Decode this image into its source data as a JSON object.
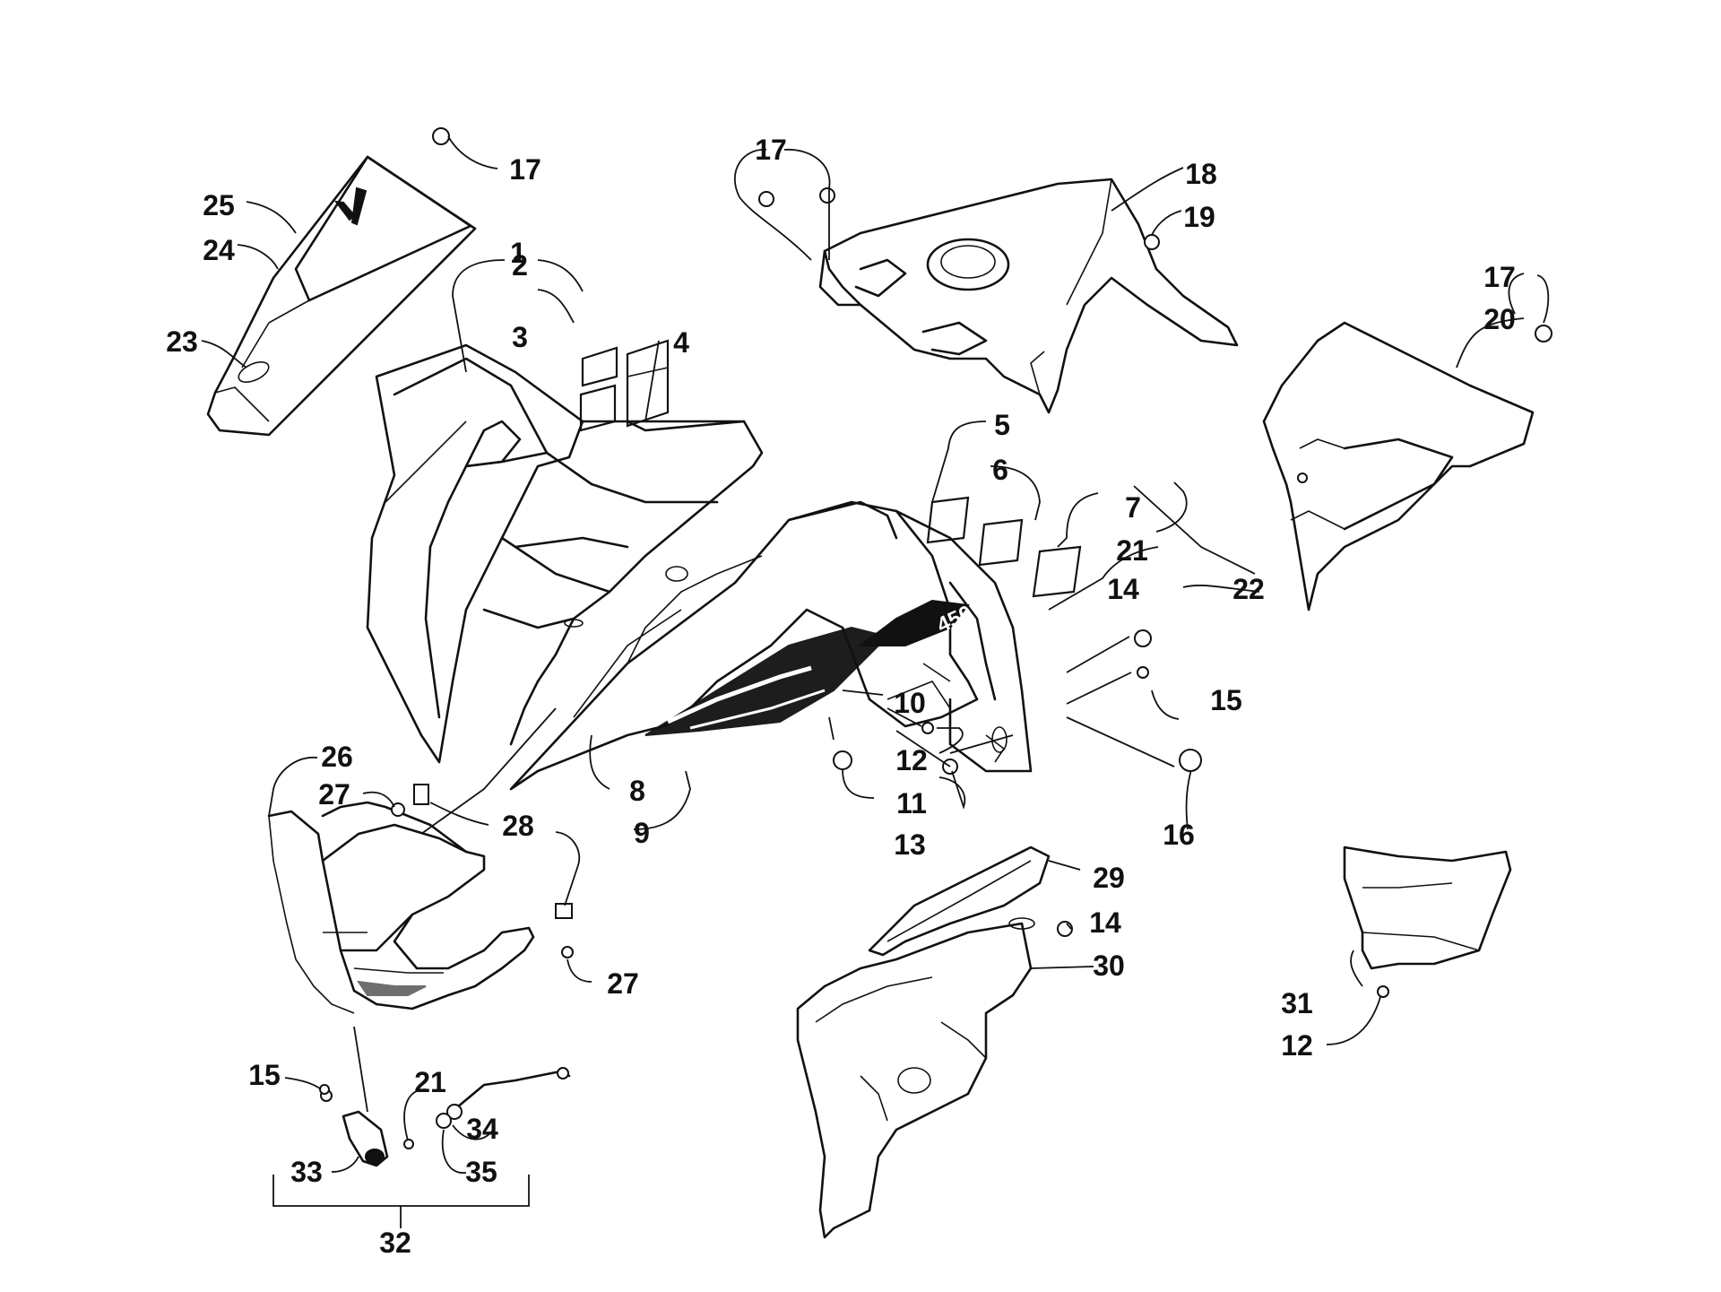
{
  "callouts": {
    "c1": "1",
    "c2": "2",
    "c3": "3",
    "c4": "4",
    "c5": "5",
    "c6": "6",
    "c7": "7",
    "c8": "8",
    "c9": "9",
    "c10": "10",
    "c11": "11",
    "c12a": "12",
    "c13": "13",
    "c14a": "14",
    "c15a": "15",
    "c16": "16",
    "c17a": "17",
    "c18": "18",
    "c19": "19",
    "c17b": "17",
    "c17c": "17",
    "c20": "20",
    "c21a": "21",
    "c22": "22",
    "c23": "23",
    "c24": "24",
    "c25": "25",
    "c26": "26",
    "c27a": "27",
    "c28": "28",
    "c27b": "27",
    "c29": "29",
    "c14b": "14",
    "c30": "30",
    "c31": "31",
    "c12b": "12",
    "c15b": "15",
    "c21b": "21",
    "c34": "34",
    "c33": "33",
    "c35": "35",
    "c32": "32"
  }
}
